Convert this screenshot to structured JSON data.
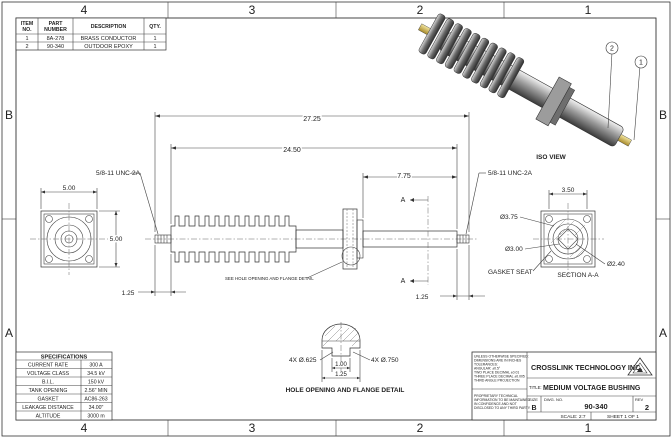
{
  "sheet": {
    "zones_top": [
      "4",
      "3",
      "2",
      "1"
    ],
    "zones_bottom": [
      "4",
      "3",
      "2",
      "1"
    ],
    "zones_left": [
      "B",
      "A"
    ],
    "zones_right": [
      "B",
      "A"
    ]
  },
  "bom": {
    "headers": [
      "ITEM NO.",
      "PART NUMBER",
      "DESCRIPTION",
      "QTY."
    ],
    "rows": [
      {
        "item": "1",
        "part": "8A-278",
        "desc": "BRASS CONDUCTOR",
        "qty": "1"
      },
      {
        "item": "2",
        "part": "90-340",
        "desc": "OUTDOOR EPOXY",
        "qty": "1"
      }
    ]
  },
  "iso": {
    "label": "ISO VIEW",
    "balloons": [
      "2",
      "1"
    ]
  },
  "left_view": {
    "width_dim": "5.00",
    "height_dim": "5.00"
  },
  "main_view": {
    "overall_dim": "27.25",
    "body_dim": "24.50",
    "flange_dim": "7.75",
    "thread_left": "5/8-11 UNC-2A",
    "thread_right": "5/8-11 UNC-2A",
    "left_stub_dim": "1.25",
    "right_stub_dim": "1.25",
    "note": "SEE HOLE OPENING AND FLANGE DETAIL",
    "section_letter": "A"
  },
  "section_view": {
    "flange_dim": "3.50",
    "d1": "Ø3.75",
    "d2": "Ø3.00",
    "d3": "Ø2.40",
    "gasket_label": "GASKET SEAT",
    "label": "SECTION A-A"
  },
  "detail": {
    "left_callout": "4X Ø.625",
    "right_callout": "4X Ø.750",
    "dim_inner": "1.00",
    "dim_outer": "1.25",
    "title": "HOLE OPENING AND FLANGE DETAIL"
  },
  "specs": {
    "title": "SPECIFICATIONS",
    "rows": [
      {
        "k": "CURRENT RATE",
        "v": "300 A"
      },
      {
        "k": "VOLTAGE CLASS",
        "v": "34.5 kV"
      },
      {
        "k": "B.I.L.",
        "v": "150 kV"
      },
      {
        "k": "TANK OPENING",
        "v": "2.56\" MIN"
      },
      {
        "k": "GASKET",
        "v": "AC86-263"
      },
      {
        "k": "LEAKAGE DISTANCE",
        "v": "34.00\""
      },
      {
        "k": "ALTITUDE",
        "v": "3000 m"
      }
    ]
  },
  "title_block": {
    "notes": [
      "UNLESS OTHERWISE SPECIFIED:",
      "DIMENSIONS ARE IN INCHES",
      "TOLERANCES:",
      "ANGULAR: ±0.5°",
      "TWO PLACE DECIMAL ±0.01",
      "THREE PLACE DECIMAL ±0.005",
      "THIRD ANGLE PROJECTION"
    ],
    "prop_notes": [
      "PROPRIETARY TECHNICAL",
      "INFORMATION TO BE MAINTAINED",
      "IN CONFIDENCE AND NOT",
      "DISCLOSED TO ANY THIRD PARTY."
    ],
    "company": "CROSSLINK TECHNOLOGY INC.",
    "title_label": "TITLE:",
    "title": "MEDIUM VOLTAGE BUSHING",
    "size_label": "SIZE",
    "size": "B",
    "dwg_label": "DWG. NO.",
    "dwg_no": "90-340",
    "rev_label": "REV",
    "rev": "2",
    "scale": "SCALE: 2:7",
    "sheet": "SHEET 1 OF 1"
  }
}
